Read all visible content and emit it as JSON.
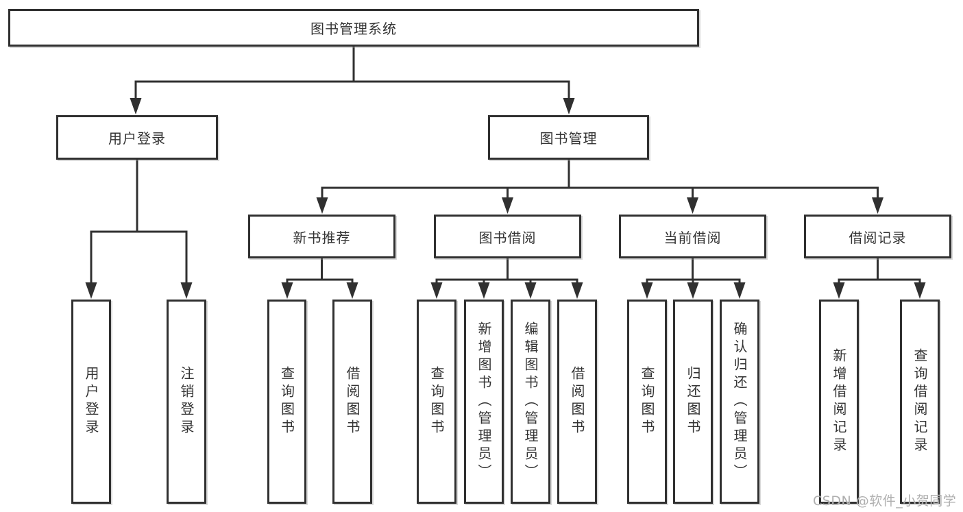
{
  "colors": {
    "line": "#303030",
    "text": "#333333",
    "background": "#ffffff",
    "watermark": "#a8a8a8"
  },
  "diagram": {
    "root": {
      "label": "图书管理系统"
    },
    "level1": [
      {
        "label": "用户登录"
      },
      {
        "label": "图书管理"
      }
    ],
    "level2": [
      {
        "label": "新书推荐"
      },
      {
        "label": "图书借阅"
      },
      {
        "label": "当前借阅"
      },
      {
        "label": "借阅记录"
      }
    ],
    "leaves": {
      "user_login": [
        {
          "label": "用户登录"
        },
        {
          "label": "注销登录"
        }
      ],
      "new_book_recommend": [
        {
          "label": "查询图书"
        },
        {
          "label": "借阅图书"
        }
      ],
      "book_borrow": [
        {
          "label": "查询图书"
        },
        {
          "label": "新增图书（管理员）"
        },
        {
          "label": "编辑图书（管理员）"
        },
        {
          "label": "借阅图书"
        }
      ],
      "current_borrow": [
        {
          "label": "查询图书"
        },
        {
          "label": "归还图书"
        },
        {
          "label": "确认归还（管理员）"
        }
      ],
      "borrow_record": [
        {
          "label": "新增借阅记录"
        },
        {
          "label": "查询借阅记录"
        }
      ]
    }
  },
  "watermark": {
    "text": "CSDN @软件_小贺同学"
  }
}
